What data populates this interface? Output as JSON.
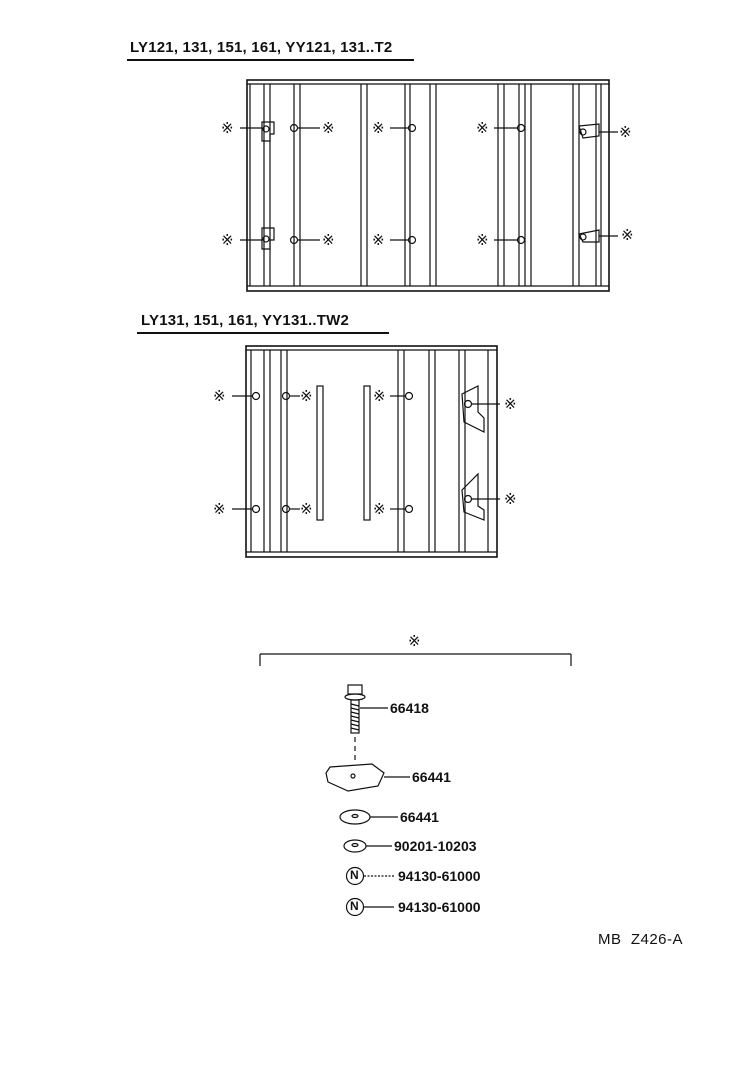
{
  "diagram": {
    "section1_heading": "LY121, 131, 151, 161, YY121, 131..T2",
    "section2_heading": "LY131, 151, 161, YY131..TW2",
    "callout_symbol": "※",
    "parts": [
      {
        "number": "66418",
        "icon": "flange-bolt-icon"
      },
      {
        "number": "66441",
        "icon": "large-rubber-pad-icon"
      },
      {
        "number": "66441",
        "icon": "small-washer-icon"
      },
      {
        "number": "90201-10203",
        "icon": "plain-washer-icon"
      },
      {
        "number": "94130-61000",
        "icon": "nut-n-icon"
      },
      {
        "number": "94130-61000",
        "icon": "nut-n-icon"
      }
    ],
    "nut_letter": "N",
    "drawing_code": "MB  Z426-A"
  }
}
